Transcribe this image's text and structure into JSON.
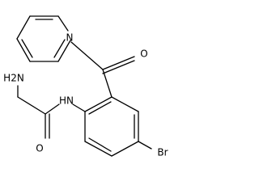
{
  "structure": {
    "labels": {
      "pyridine_n": "N",
      "ketone_o": "O",
      "amine": "H2N",
      "amide_nh": "HN",
      "amide_o": "O",
      "bromine": "Br"
    }
  },
  "colors": {
    "bond": "#000000",
    "text": "#000000",
    "background": "#ffffff"
  }
}
